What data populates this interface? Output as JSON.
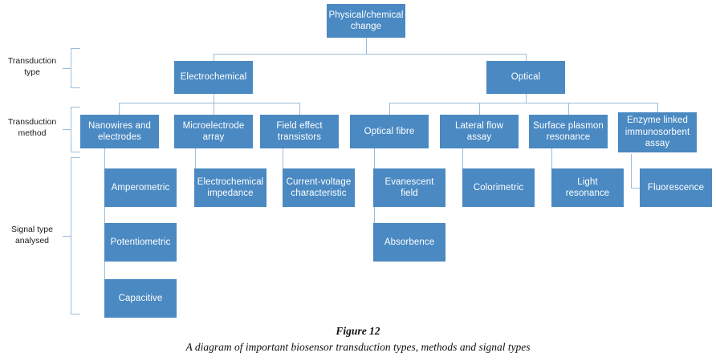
{
  "figure": {
    "caption_title": "Figure 12",
    "caption_text": "A diagram of important biosensor transduction types, methods and signal types"
  },
  "colors": {
    "node_fill": "#4a89c2",
    "node_text": "#ffffff",
    "connector": "#9dbcd8",
    "background": "#ffffff",
    "label_text": "#1a1a1a"
  },
  "row_labels": [
    {
      "id": "transduction-type",
      "text": "Transduction\ntype"
    },
    {
      "id": "transduction-method",
      "text": "Transduction\nmethod"
    },
    {
      "id": "signal-type-analysed",
      "text": "Signal type\nanalysed"
    }
  ],
  "nodes": {
    "root": {
      "label": "Physical/chemical\nchange",
      "level": "root"
    },
    "level2": [
      {
        "id": "electrochemical",
        "label": "Electrochemical"
      },
      {
        "id": "optical",
        "label": "Optical"
      }
    ],
    "level3": [
      {
        "id": "nanowires-and-electrodes",
        "label": "Nanowires and\nelectrodes",
        "parent": "electrochemical"
      },
      {
        "id": "microelectrode-array",
        "label": "Microelectrode\narray",
        "parent": "electrochemical"
      },
      {
        "id": "field-effect-transistors",
        "label": "Field effect\ntransistors",
        "parent": "electrochemical"
      },
      {
        "id": "optical-fibre",
        "label": "Optical fibre",
        "parent": "optical"
      },
      {
        "id": "lateral-flow-assay",
        "label": "Lateral flow assay",
        "parent": "optical"
      },
      {
        "id": "surface-plasmon-resonance",
        "label": "Surface plasmon\nresonance",
        "parent": "optical"
      },
      {
        "id": "enzyme-linked-immunosorbent-assay",
        "label": "Enzyme linked\nimmunosorbent\nassay",
        "parent": "optical"
      }
    ],
    "level4": [
      {
        "id": "amperometric",
        "label": "Amperometric",
        "parent": "nanowires-and-electrodes"
      },
      {
        "id": "potentiometric",
        "label": "Potentiometric",
        "parent": "nanowires-and-electrodes"
      },
      {
        "id": "capacitive",
        "label": "Capacitive",
        "parent": "nanowires-and-electrodes"
      },
      {
        "id": "electrochemical-impedance",
        "label": "Electrochemical\nimpedance",
        "parent": "microelectrode-array"
      },
      {
        "id": "current-voltage-characteristic",
        "label": "Current-voltage\ncharacteristic",
        "parent": "field-effect-transistors"
      },
      {
        "id": "evanescent-field",
        "label": "Evanescent field",
        "parent": "optical-fibre"
      },
      {
        "id": "absorbence",
        "label": "Absorbence",
        "parent": "optical-fibre"
      },
      {
        "id": "colorimetric",
        "label": "Colorimetric",
        "parent": "lateral-flow-assay"
      },
      {
        "id": "light-resonance",
        "label": "Light resonance",
        "parent": "surface-plasmon-resonance"
      },
      {
        "id": "fluorescence",
        "label": "Fluorescence",
        "parent": "enzyme-linked-immunosorbent-assay"
      }
    ]
  }
}
